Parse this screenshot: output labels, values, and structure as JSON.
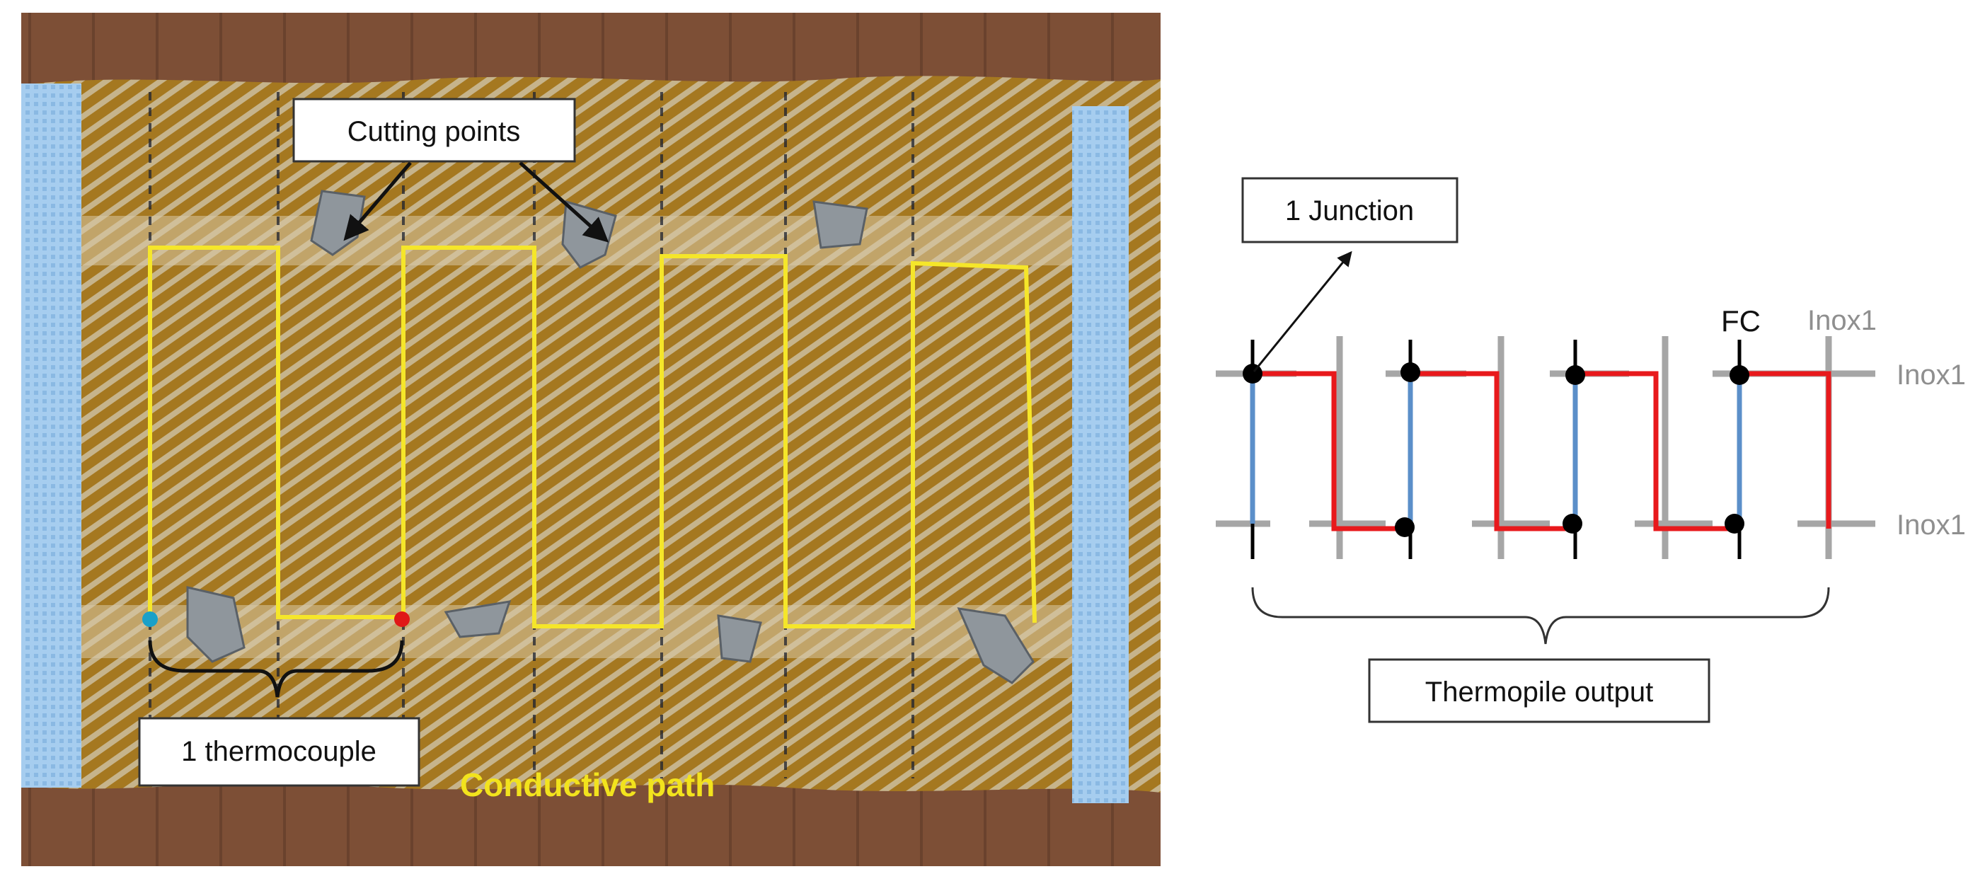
{
  "photo": {
    "labels": {
      "cutting_points": "Cutting points",
      "one_thermocouple": "1 thermocouple",
      "conductive_path": "Conductive path"
    }
  },
  "schematic": {
    "labels": {
      "one_junction": "1 Junction",
      "fc": "FC",
      "inox1_top_header": "Inox1",
      "inox1_top_right": "Inox1",
      "inox1_bottom_right": "Inox1",
      "thermopile_output": "Thermopile output"
    },
    "colors": {
      "fc_wire": "#5b8fc9",
      "inox_wire": "#e8191c",
      "grid_line": "#a6a6a6",
      "junction_dot": "#000000"
    }
  },
  "photo_colors": {
    "fabric": "#a77a22",
    "fabric_stripe": "#d9cfb8",
    "blue_selvedge": "#9cc6ea",
    "conductive_path": "#f5e62a",
    "background_wood": "#8a5a3c",
    "dot_cyan": "#1aa0c8",
    "dot_red": "#e01818"
  }
}
